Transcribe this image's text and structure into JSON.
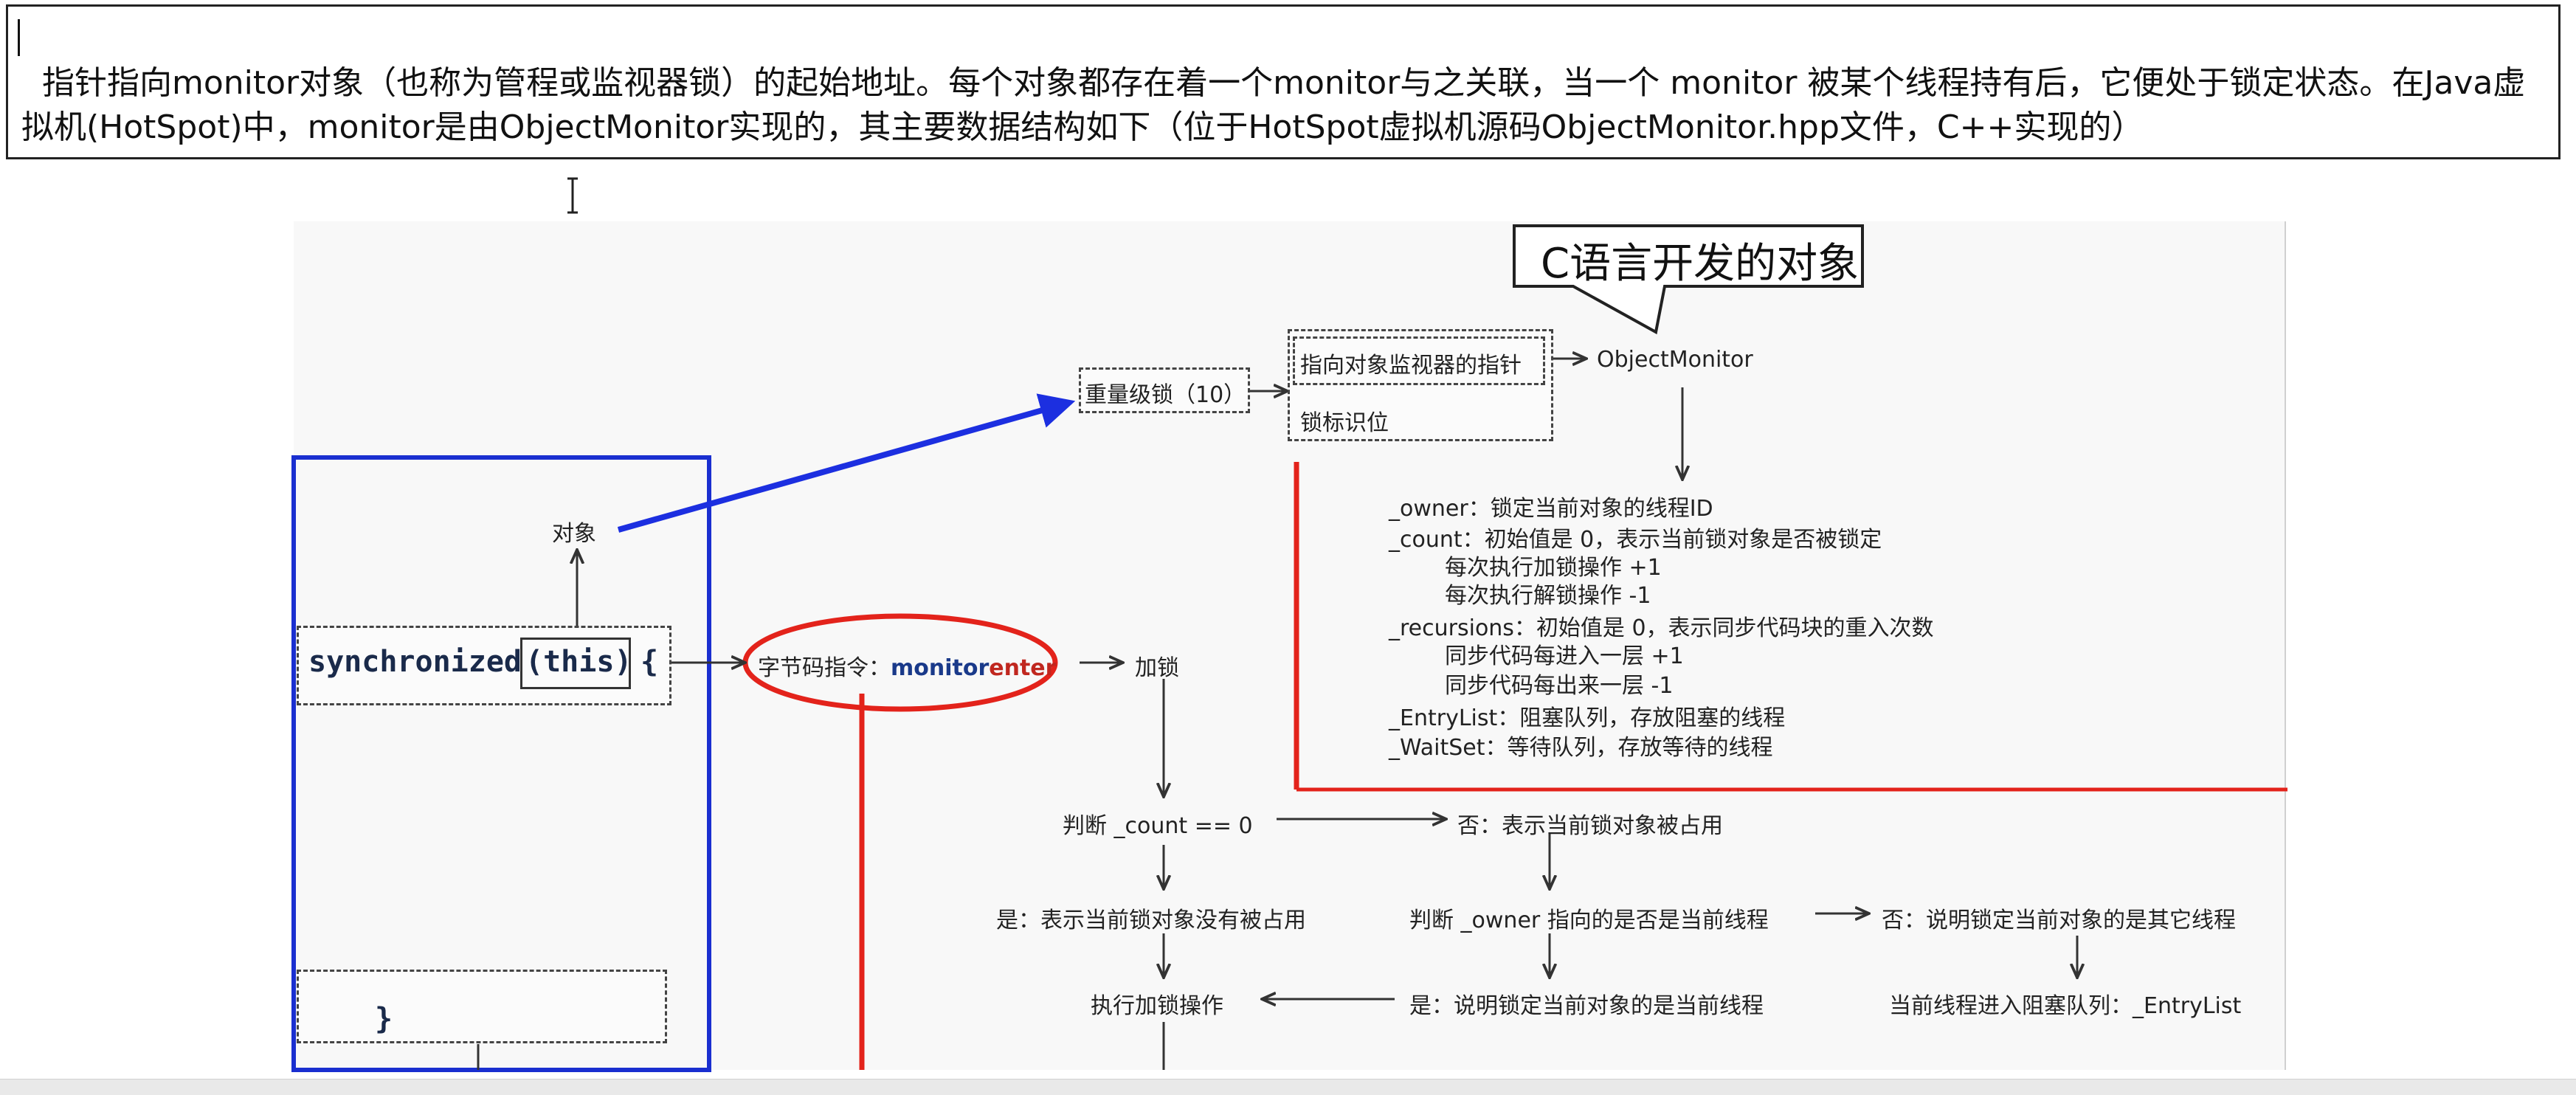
{
  "description_text": "指针指向monitor对象（也称为管程或监视器锁）的起始地址。每个对象都存在着一个monitor与之关联，当一个 monitor 被某个线程持有后，它便处于锁定状态。在Java虚拟机(HotSpot)中，monitor是由ObjectMonitor实现的，其主要数据结构如下（位于HotSpot虚拟机源码ObjectMonitor.hpp文件，C++实现的）",
  "diagram": {
    "callout": "C语言开发的对象",
    "heavy_lock": "重量级锁（10）",
    "monitor_pointer": "指向对象监视器的指针",
    "object_monitor": "ObjectMonitor",
    "lock_flag": "锁标识位",
    "object": "对象",
    "sync_keyword": "synchronized",
    "sync_this": "(this)",
    "brace_open": "{",
    "brace_close": "}",
    "bytecode_prefix": "字节码指令：",
    "bytecode_monitor": "monitor",
    "bytecode_enter": "enter",
    "lock_action": "加锁",
    "fields": [
      "_owner：锁定当前对象的线程ID",
      "_count：初始值是 0，表示当前锁对象是否被锁定",
      "每次执行加锁操作 +1",
      "每次执行解锁操作 -1",
      "_recursions：初始值是 0，表示同步代码块的重入次数",
      "同步代码每进入一层 +1",
      "同步代码每出来一层 -1",
      "_EntryList：阻塞队列，存放阻塞的线程",
      "_WaitSet：等待队列，存放等待的线程"
    ],
    "check_count": "判断 _count == 0",
    "count_no": "否：表示当前锁对象被占用",
    "count_yes": "是：表示当前锁对象没有被占用",
    "check_owner": "判断 _owner 指向的是否是当前线程",
    "owner_no": "否：说明锁定当前对象的是其它线程",
    "owner_yes": "是：说明锁定当前对象的是当前线程",
    "do_lock": "执行加锁操作",
    "enter_queue": "当前线程进入阻塞队列：_EntryList"
  },
  "colors": {
    "blue_box": "#1a2fd0",
    "red_annot": "#e3231b",
    "arrow_blue": "#1c2fe0"
  }
}
